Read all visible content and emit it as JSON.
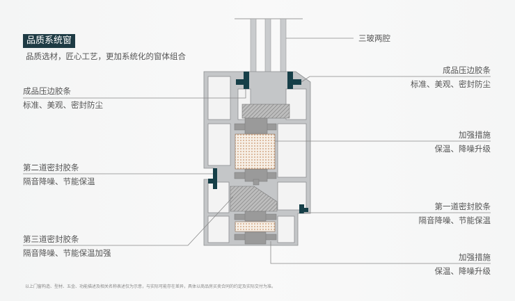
{
  "header": {
    "title": "品质系统窗",
    "subtitle": "品质选材，匠心工艺，更加系统化的窗体组合"
  },
  "labels": {
    "glass": "三玻两腔",
    "right_bead": {
      "title": "成品压边胶条",
      "desc": "标准、美观、密封防尘"
    },
    "left_bead": {
      "title": "成品压边胶条",
      "desc": "标准、美观、密封防尘"
    },
    "reinforce_1": {
      "title": "加强措施",
      "desc": "保温、降噪升级"
    },
    "seal_2": {
      "title": "第二道密封胶条",
      "desc": "隔音降噪、节能保温"
    },
    "seal_1": {
      "title": "第一道密封胶条",
      "desc": "隔音降噪、节能保温"
    },
    "seal_3": {
      "title": "第三道密封胶条",
      "desc": "隔音降噪、节能保温加强"
    },
    "reinforce_2": {
      "title": "加强措施",
      "desc": "保温、降噪升级"
    }
  },
  "footnote": "以上门窗构造、型材、五金、功能描述及相关名称表述仅为示意，与实际可能存在差异，具体以商品房买卖合同的约定及实际交付为准。",
  "colors": {
    "gasket": "#163f48",
    "profile": "#c4c6c8",
    "hatch": "#8a8a8a"
  }
}
